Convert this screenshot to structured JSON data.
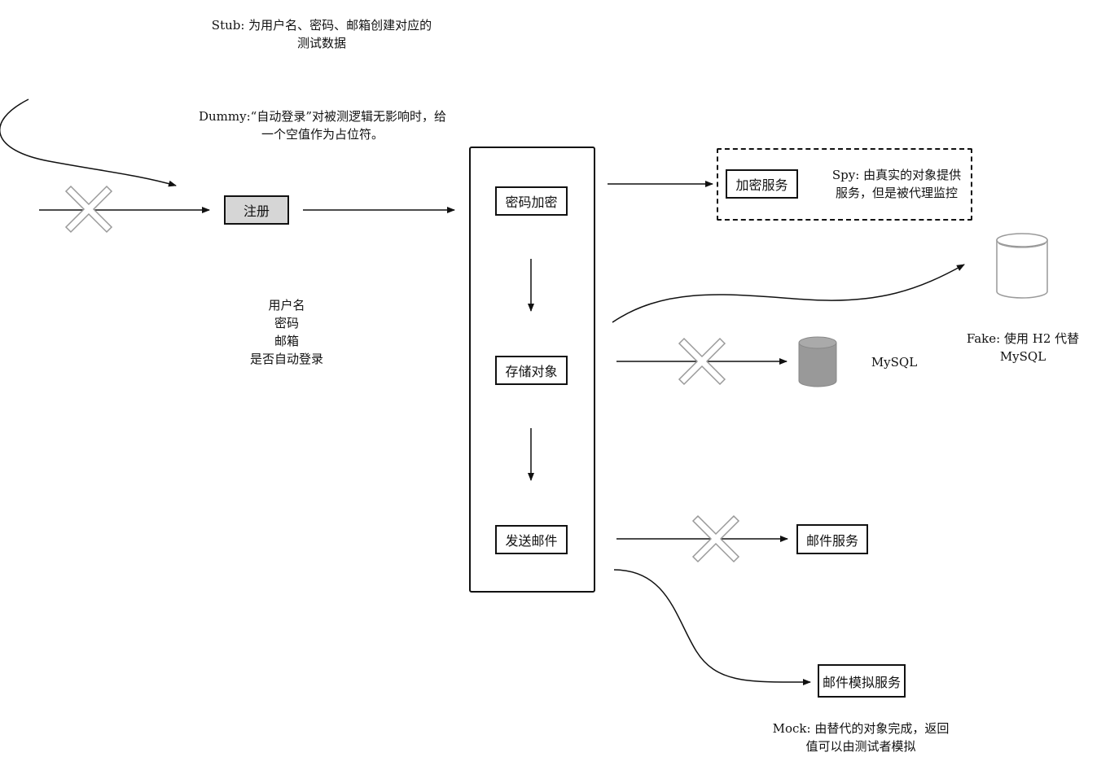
{
  "notes": {
    "stub": [
      "Stub: 为用户名、密码、邮箱创建对应的",
      "测试数据"
    ],
    "dummy": [
      "Dummy:“自动登录”对被测逻辑无影响时，给",
      "一个空值作为占位符。"
    ],
    "params": [
      "用户名",
      "密码",
      "邮箱",
      "是否自动登录"
    ],
    "spy": [
      "Spy: 由真实的对象提供",
      "服务，但是被代理监控"
    ],
    "fake": [
      "Fake: 使用 H2 代替",
      "MySQL"
    ],
    "mysql": "MySQL",
    "mock": [
      "Mock: 由替代的对象完成，返回",
      "值可以由测试者模拟"
    ]
  },
  "boxes": {
    "register": "注册",
    "encrypt": "密码加密",
    "store": "存储对象",
    "send_mail": "发送邮件",
    "encrypt_service": "加密服务",
    "mail_service": "邮件服务",
    "mail_mock_service": "邮件模拟服务"
  },
  "colors": {
    "stroke": "#111111",
    "register_fill": "#d6d6d6",
    "mysql_db_fill": "#999999",
    "fake_db_fill": "#ffffff",
    "cross": "#999999"
  }
}
